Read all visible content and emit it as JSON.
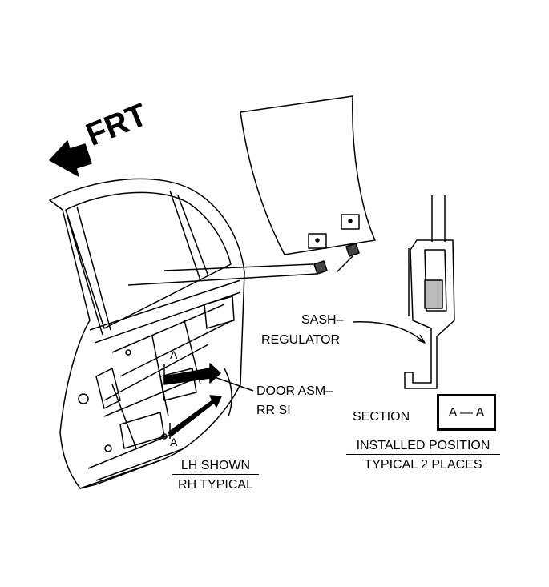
{
  "diagram": {
    "direction_label": "FRT",
    "callouts": {
      "sash_regulator_line1": "SASH–",
      "sash_regulator_line2": "REGULATOR",
      "door_asm_line1": "DOOR ASM–",
      "door_asm_line2": "RR SI"
    },
    "view_note": {
      "line1": "LH SHOWN",
      "line2": "RH TYPICAL"
    },
    "section": {
      "label": "SECTION",
      "box_text": "A — A"
    },
    "installed": {
      "line1": "INSTALLED POSITION",
      "line2": "TYPICAL 2 PLACES"
    },
    "section_markers": [
      "A",
      "A"
    ]
  }
}
